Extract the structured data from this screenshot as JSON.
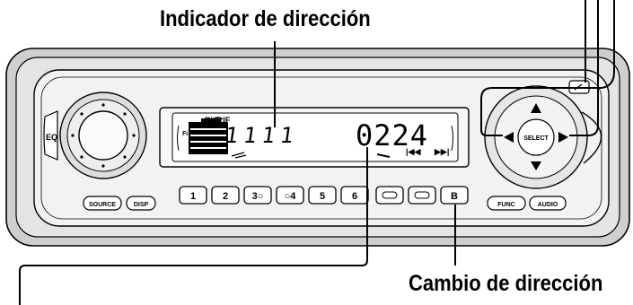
{
  "labels": {
    "direction_indicator": "Indicador de dirección",
    "direction_change": "Cambio de dirección"
  },
  "panel": {
    "eq_label": "EQ",
    "select_label": "SELECT",
    "source_label": "SOURCE",
    "disp_label": "DISP",
    "func_label": "FUNC",
    "audio_label": "AUDIO",
    "b_label": "B",
    "preset_buttons": [
      "1",
      "2",
      "3○",
      "○4",
      "5",
      "6"
    ]
  },
  "display": {
    "rds_indicators": "RI☎IF",
    "fi_label": "Fi",
    "segments": "1111",
    "frequency": "0224",
    "prev_track": "|◀◀",
    "next_track": "▶▶|"
  }
}
